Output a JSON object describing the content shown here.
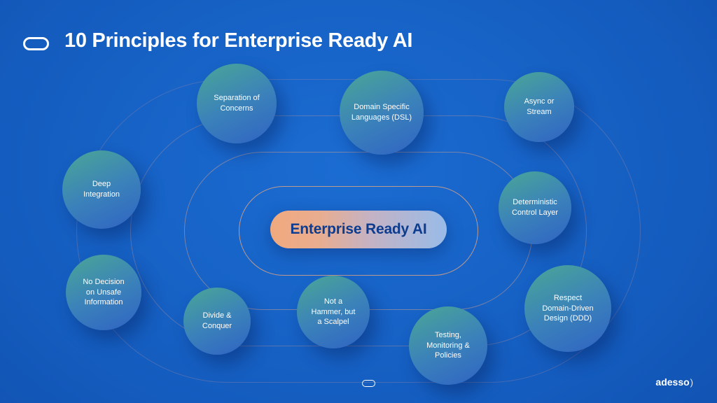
{
  "slide": {
    "title": "10 Principles for Enterprise Ready AI",
    "center_label": "Enterprise Ready AI",
    "brand": "adesso",
    "brand_mark": ")"
  },
  "bubbles": [
    {
      "id": "separation-of-concerns",
      "label": "Separation of\nConcerns"
    },
    {
      "id": "domain-specific-languages",
      "label": "Domain Specific\nLanguages (DSL)"
    },
    {
      "id": "async-or-stream",
      "label": "Async or\nStream"
    },
    {
      "id": "deep-integration",
      "label": "Deep\nIntegration"
    },
    {
      "id": "deterministic-control-layer",
      "label": "Deterministic\nControl Layer"
    },
    {
      "id": "no-decision-unsafe-information",
      "label": "No Decision\non Unsafe\nInformation"
    },
    {
      "id": "divide-and-conquer",
      "label": "Divide &\nConquer"
    },
    {
      "id": "not-a-hammer-but-a-scalpel",
      "label": "Not a\nHammer, but\na Scalpel"
    },
    {
      "id": "testing-monitoring-policies",
      "label": "Testing,\nMonitoring &\nPolicies"
    },
    {
      "id": "respect-domain-driven-design",
      "label": "Respect\nDomain-Driven\nDesign (DDD)"
    }
  ],
  "colors": {
    "background_center": "#1b6cd2",
    "background_edge": "#093a8e",
    "bubble_teal": "#4aa795",
    "bubble_blue": "#2f63c4",
    "center_pill_orange": "#f1a97e",
    "center_pill_blue": "#98bbe8",
    "center_pill_text": "#0d3c8f",
    "ring_peach": "#f5ac7a",
    "text": "#ffffff"
  }
}
